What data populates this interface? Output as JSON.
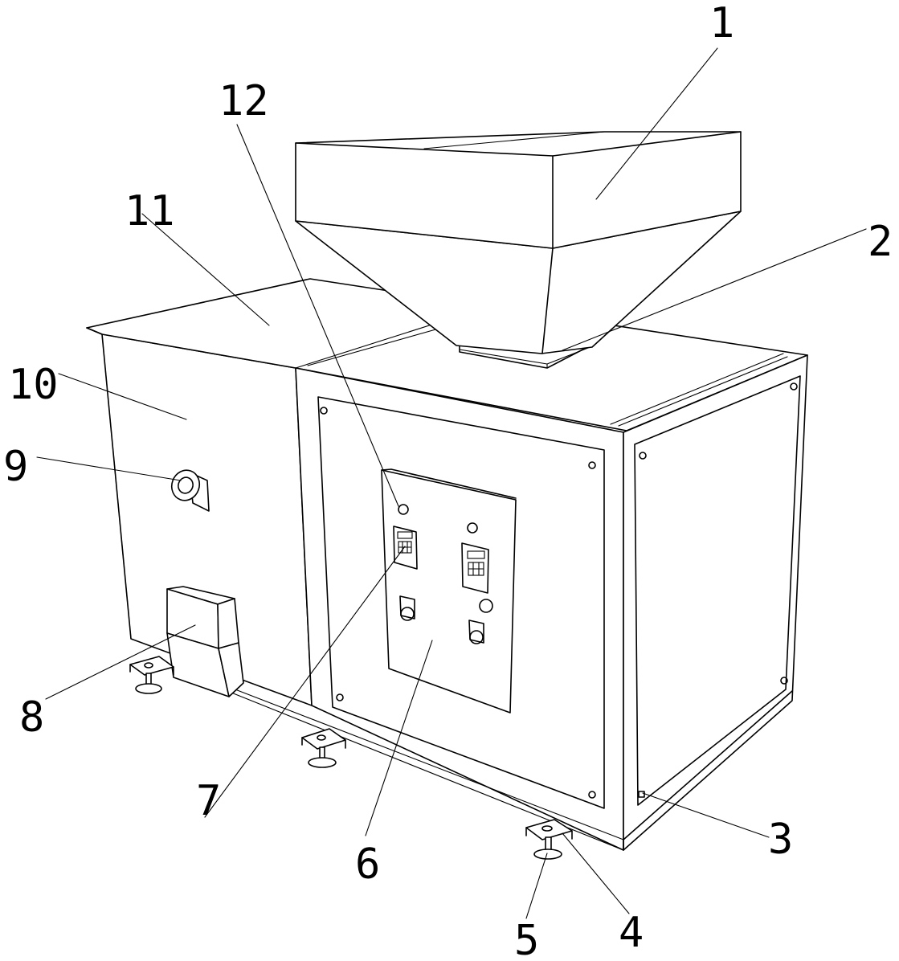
{
  "diagram": {
    "callouts": [
      {
        "id": "hopper",
        "label": "1"
      },
      {
        "id": "hopper-outlet-flange",
        "label": "2"
      },
      {
        "id": "panel-screw",
        "label": "3"
      },
      {
        "id": "foot-bracket",
        "label": "4"
      },
      {
        "id": "leveling-foot",
        "label": "5"
      },
      {
        "id": "control-panel",
        "label": "6"
      },
      {
        "id": "controller-display",
        "label": "7"
      },
      {
        "id": "discharge-drawer",
        "label": "8"
      },
      {
        "id": "inlet-pipe",
        "label": "9"
      },
      {
        "id": "side-tank",
        "label": "10"
      },
      {
        "id": "top-cover",
        "label": "11"
      },
      {
        "id": "indicator-lamp",
        "label": "12"
      }
    ]
  }
}
